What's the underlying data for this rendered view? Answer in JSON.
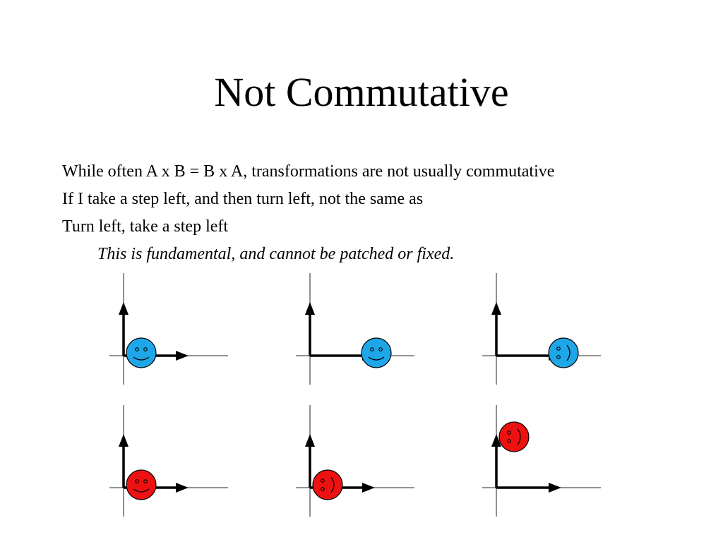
{
  "slide": {
    "title": "Not Commutative",
    "bullets": [
      "While often A x B = B x A, transformations are not usually commutative",
      "If I take a step left, and then turn left, not the same as",
      "Turn left, take a step left"
    ],
    "note": "This is fundamental, and cannot be patched or fixed."
  },
  "colors": {
    "blue_face": "#1EA7E8",
    "red_face": "#EE1111",
    "axis": "#000000"
  },
  "diagram": {
    "rows": [
      {
        "color": "blue",
        "panels": [
          {
            "frame": "original",
            "face": "upright"
          },
          {
            "frame": "translated",
            "face": "upright"
          },
          {
            "frame": "translated-then-rotated",
            "face": "rotated"
          }
        ]
      },
      {
        "color": "red",
        "panels": [
          {
            "frame": "original",
            "face": "upright"
          },
          {
            "frame": "rotated",
            "face": "rotated"
          },
          {
            "frame": "rotated-then-translated",
            "face": "rotated"
          }
        ]
      }
    ]
  }
}
